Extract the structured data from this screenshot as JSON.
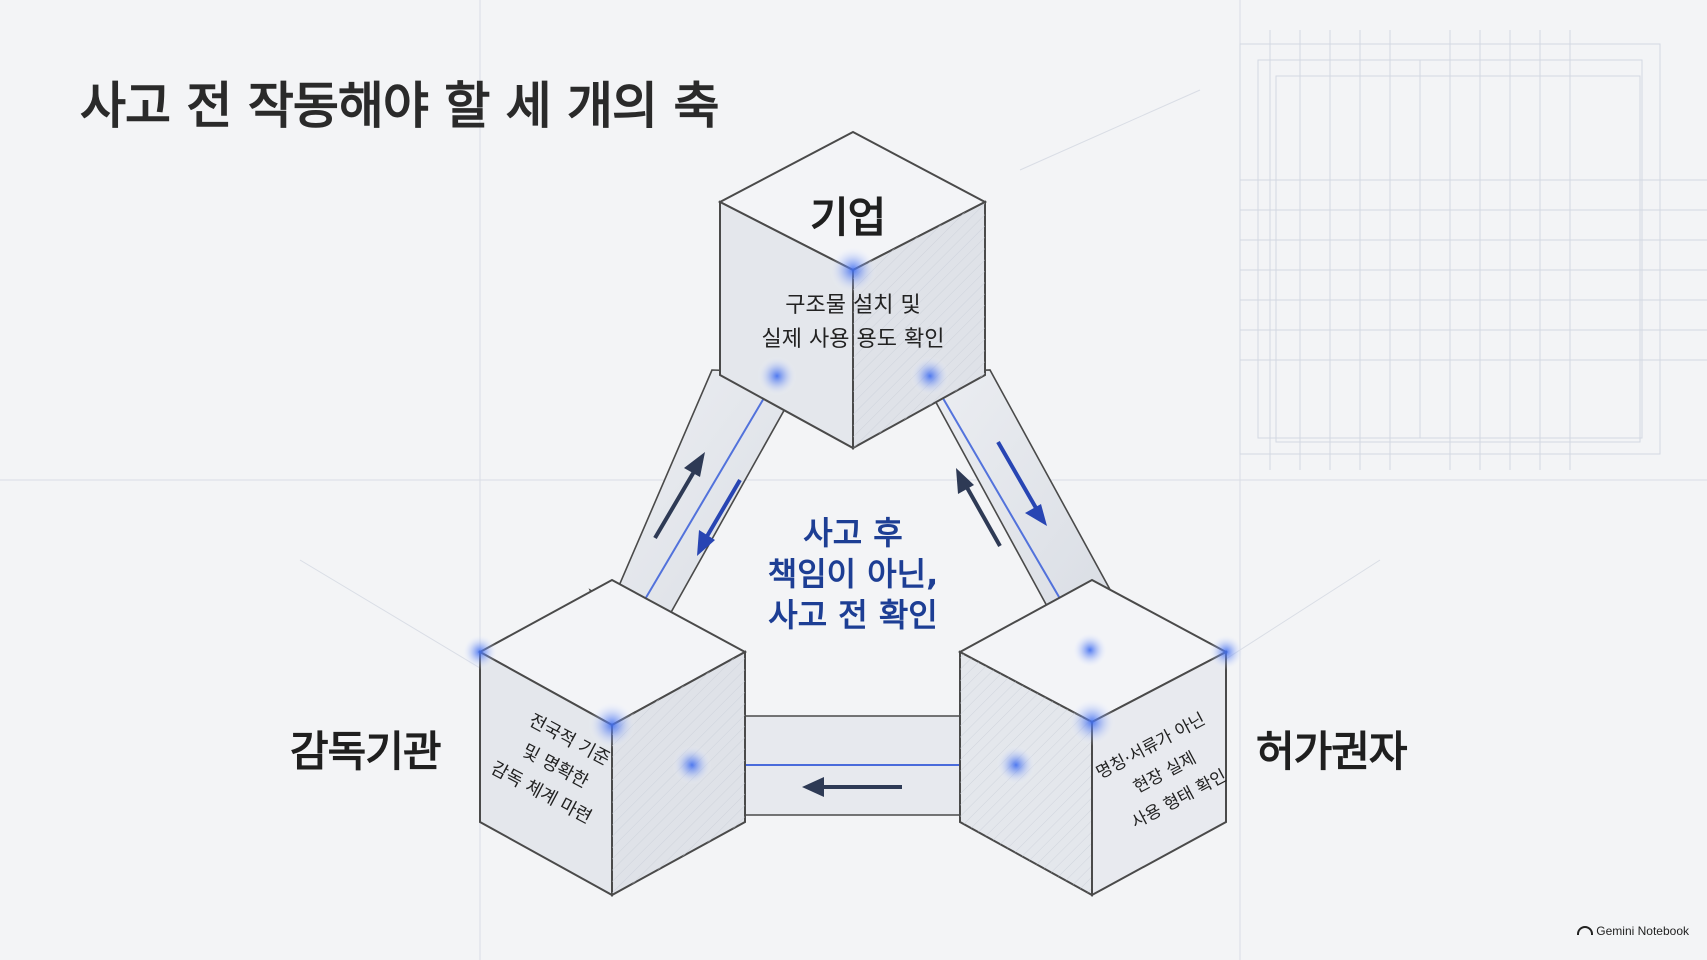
{
  "title": "사고 전 작동해야 할 세 개의 축",
  "nodes": {
    "top": {
      "label": "기업",
      "desc_line1": "구조물 설치 및",
      "desc_line2": "실제 사용 용도 확인"
    },
    "left": {
      "label": "감독기관",
      "desc_line1": "전국적 기준",
      "desc_line2": "및 명확한",
      "desc_line3": "감독 체계 마련"
    },
    "right": {
      "label": "허가권자",
      "desc_line1": "명칭·서류가 아닌",
      "desc_line2": "현장 실제",
      "desc_line3": "사용 형태 확인"
    }
  },
  "center": {
    "line1": "사고 후",
    "line2": "책임이 아닌,",
    "line3": "사고 전 확인"
  },
  "brand": {
    "name": "Gemini Notebook",
    "icon": "rainbow-icon"
  },
  "colors": {
    "accent": "#1d3e94",
    "glow": "#3f6df0",
    "edge": "#4a4a4a"
  }
}
